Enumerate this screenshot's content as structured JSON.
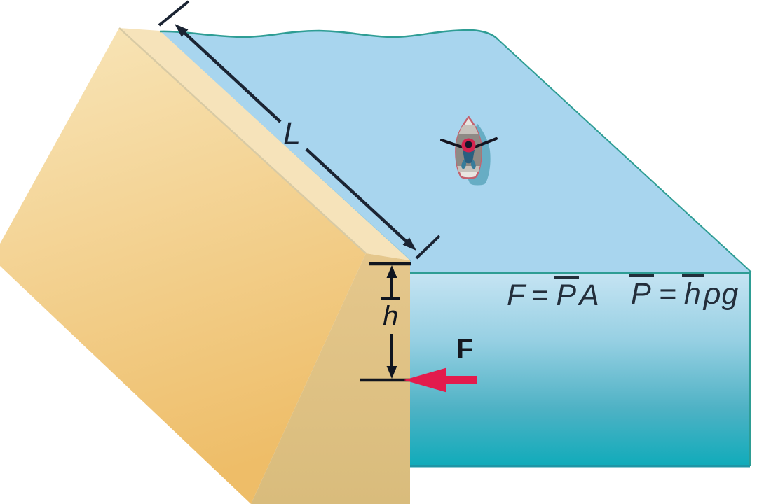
{
  "figure": {
    "type": "physics-diagram",
    "subject": "force exerted by water on a dam"
  },
  "labels": {
    "length": "L",
    "depth": "h",
    "force": "F"
  },
  "formulas": {
    "force": {
      "lhs": "F",
      "eq": "=",
      "pressure": "P",
      "area": "A"
    },
    "pressure": {
      "lhs": "P",
      "eq": "=",
      "depth": "h",
      "rho": "ρ",
      "g": "g"
    }
  },
  "icons": {
    "boat": "rowboat-top-view-icon",
    "force_arrow": "left-arrow-icon",
    "length_dimension": "double-headed-arrow-icon",
    "depth_dimension": "vertical-extent-arrows-icon"
  },
  "colors": {
    "water_surface": "#A8D5EE",
    "water_front_top": "#C6E4F3",
    "water_front_bottom": "#10ABBA",
    "water_outline": "#2E9D94",
    "water_front_bottom_edge": "#1E96A6",
    "dam_slope_light": "#F8E5B8",
    "dam_slope_dark": "#EEBD68",
    "dam_crest": "#F6E3BA",
    "dam_crest_edge": "#D8CAA4",
    "dam_front_top": "#E5C78C",
    "dam_front_bottom": "#D9BC7C",
    "force_arrow": "#E31B4D",
    "dimension_ink": "#1B2433",
    "text_ink": "#232E3B",
    "boat_hull": "#E9E6E1",
    "boat_hull_outline": "#C4626F",
    "boat_deck_gray": "#8E8A85",
    "boat_shadow": "#5CA6BC",
    "lifering": "#D5234E"
  }
}
